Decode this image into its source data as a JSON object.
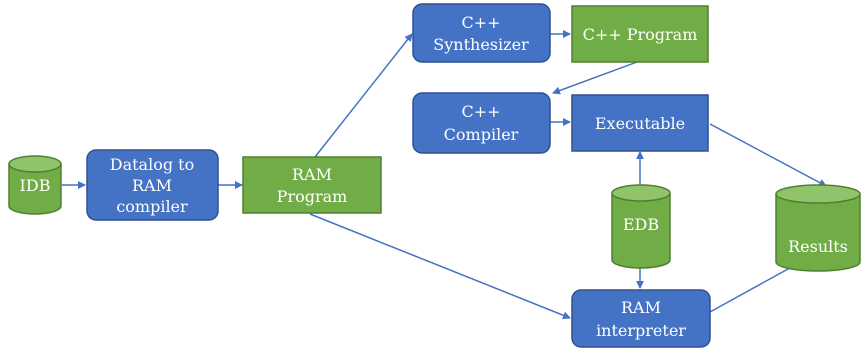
{
  "nodes": {
    "idb": {
      "label": "IDB"
    },
    "datalog_compiler": {
      "lines": [
        "Datalog to",
        "RAM",
        "compiler"
      ]
    },
    "ram_program": {
      "lines": [
        "RAM",
        "Program"
      ]
    },
    "cpp_synthesizer": {
      "lines": [
        "C++",
        "Synthesizer"
      ]
    },
    "cpp_program": {
      "label": "C++ Program"
    },
    "cpp_compiler": {
      "lines": [
        "C++",
        "Compiler"
      ]
    },
    "executable": {
      "label": "Executable"
    },
    "edb": {
      "label": "EDB"
    },
    "results": {
      "label": "Results"
    },
    "ram_interpreter": {
      "lines": [
        "RAM",
        "interpreter"
      ]
    }
  },
  "colors": {
    "process_box": "#4472c4",
    "data_box": "#70ad47",
    "arrow": "#4472c4"
  }
}
